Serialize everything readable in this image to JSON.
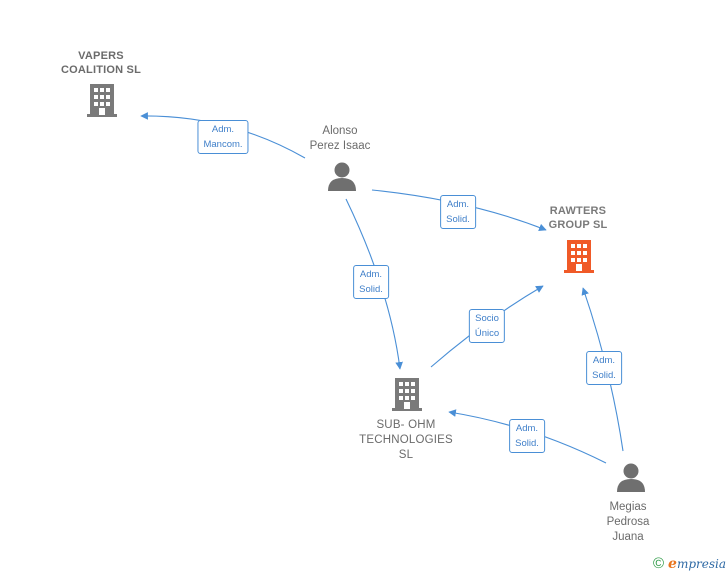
{
  "colors": {
    "edge": "#4a8fd6",
    "company_grey": "#7a7a7a",
    "company_focus": "#f05a28",
    "person": "#6f6f6f"
  },
  "nodes": {
    "vapers": {
      "label": "VAPERS\nCOALITION  SL",
      "icon": "building-icon"
    },
    "alonso": {
      "label": "Alonso\nPerez Isaac",
      "icon": "person-icon"
    },
    "rawters": {
      "label": "RAWTERS\nGROUP  SL",
      "icon": "building-icon"
    },
    "subohm": {
      "label": "SUB- OHM\nTECHNOLOGIES\nSL",
      "icon": "building-icon"
    },
    "megias": {
      "label": "Megias\nPedrosa\nJuana",
      "icon": "person-icon"
    }
  },
  "edges": {
    "alonso_vapers": "Adm.\nMancom.",
    "alonso_rawters": "Adm.\nSolid.",
    "alonso_subohm": "Adm.\nSolid.",
    "subohm_rawters": "Socio\nÚnico",
    "megias_rawters": "Adm.\nSolid.",
    "megias_subohm": "Adm.\nSolid."
  },
  "footer": {
    "copyright_symbol": "©",
    "brand_initial": "e",
    "brand_rest": "mpresia"
  }
}
